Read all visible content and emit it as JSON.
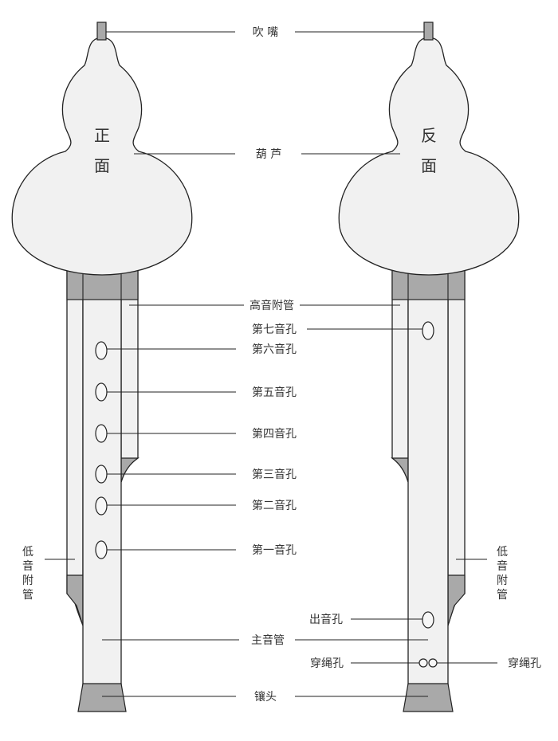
{
  "faces": {
    "front": [
      "正",
      "面"
    ],
    "back": [
      "反",
      "面"
    ]
  },
  "labels": {
    "mouthpiece": "吹 嘴",
    "gourd": "葫 芦",
    "high_pipe": "高音附管",
    "hole7": "第七音孔",
    "hole6": "第六音孔",
    "hole5": "第五音孔",
    "hole4": "第四音孔",
    "hole3": "第三音孔",
    "hole2": "第二音孔",
    "hole1": "第一音孔",
    "low_pipe_chars": [
      "低",
      "音",
      "附",
      "管"
    ],
    "sound_hole": "出音孔",
    "main_pipe": "主音管",
    "rope_hole_center": "穿绳孔",
    "rope_hole_right": "穿绳孔",
    "ferrule": "镶头"
  }
}
